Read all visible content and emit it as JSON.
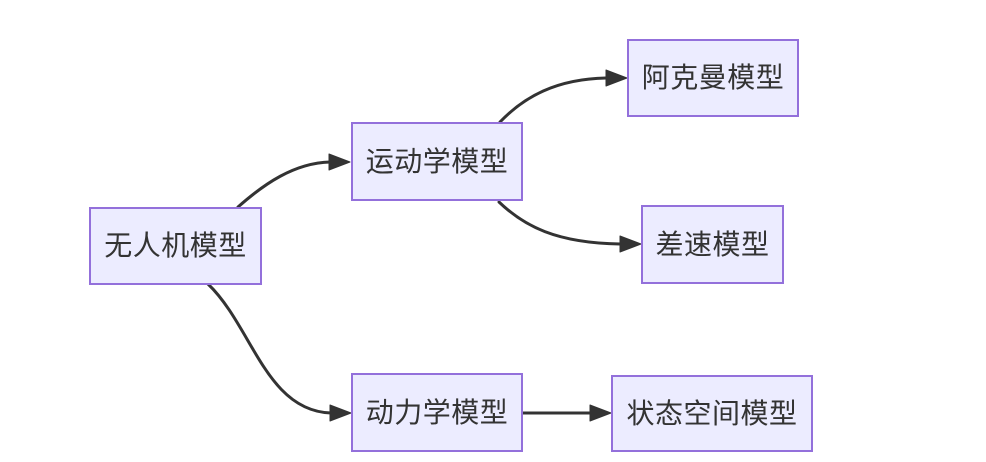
{
  "diagram": {
    "type": "flowchart-left-to-right",
    "colors": {
      "background": "#FFFFFF",
      "node_fill": "#ECECFF",
      "node_border": "#9370DB",
      "node_text": "#333333",
      "edge_stroke": "#333333"
    },
    "nodes": {
      "drone": {
        "label": "无人机模型"
      },
      "kinematics": {
        "label": "运动学模型"
      },
      "dynamics": {
        "label": "动力学模型"
      },
      "ackermann": {
        "label": "阿克曼模型"
      },
      "differential": {
        "label": "差速模型"
      },
      "state_space": {
        "label": "状态空间模型"
      }
    },
    "edges": [
      {
        "from": "无人机模型",
        "to": "运动学模型",
        "style": "curved-arrow"
      },
      {
        "from": "无人机模型",
        "to": "动力学模型",
        "style": "curved-arrow"
      },
      {
        "from": "运动学模型",
        "to": "阿克曼模型",
        "style": "curved-arrow"
      },
      {
        "from": "运动学模型",
        "to": "差速模型",
        "style": "curved-arrow"
      },
      {
        "from": "动力学模型",
        "to": "状态空间模型",
        "style": "straight-arrow"
      }
    ]
  }
}
